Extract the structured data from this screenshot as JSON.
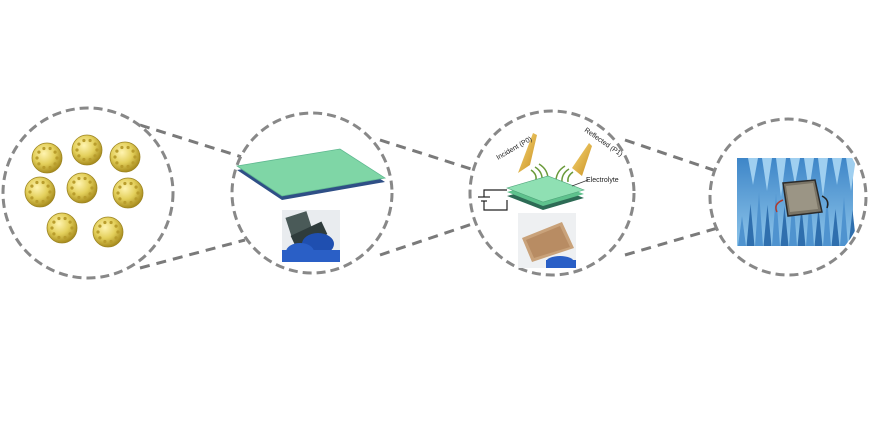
{
  "figure": {
    "circle_border_color": "#888888",
    "panels": [
      {
        "id": "nanoparticles",
        "content": "gold-nanoparticle-cluster",
        "count": 8
      },
      {
        "id": "film",
        "content": "green-thin-film-and-photo"
      },
      {
        "id": "device",
        "content": "electrochemical-cell-with-horns"
      },
      {
        "id": "measurement",
        "content": "photo-in-anechoic-chamber"
      }
    ],
    "labels": {
      "incident": "Incident (P0)",
      "reflected": "Reflected (P1)",
      "electrolyte": "Electrolyte"
    },
    "colors": {
      "particle": "#e3cf5a",
      "film_top": "#7fd6a6",
      "film_edge": "#2f4f86",
      "horn": "#e8b53a",
      "wave": "#6a9a3a",
      "chamber": "#5a9fd4"
    }
  }
}
